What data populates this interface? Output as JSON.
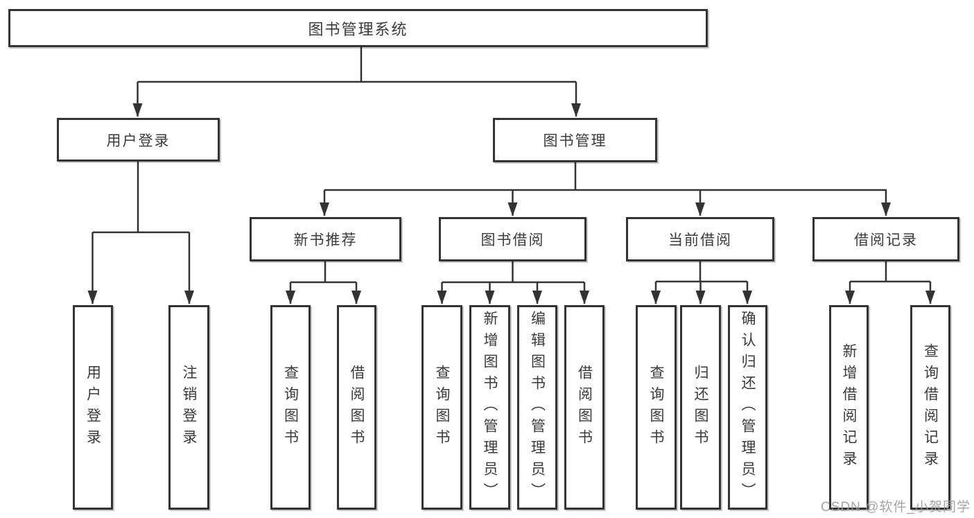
{
  "tree": {
    "root": {
      "label": "图书管理系统"
    },
    "branches": [
      {
        "label": "用户登录",
        "children": [
          {
            "label": "用户登录"
          },
          {
            "label": "注销登录"
          }
        ]
      },
      {
        "label": "图书管理",
        "children": [
          {
            "label": "新书推荐",
            "children": [
              {
                "label": "查询图书"
              },
              {
                "label": "借阅图书"
              }
            ]
          },
          {
            "label": "图书借阅",
            "children": [
              {
                "label": "查询图书"
              },
              {
                "label": "新增图书（管理员）"
              },
              {
                "label": "编辑图书（管理员）"
              },
              {
                "label": "借阅图书"
              }
            ]
          },
          {
            "label": "当前借阅",
            "children": [
              {
                "label": "查询图书"
              },
              {
                "label": "归还图书"
              },
              {
                "label": "确认归还（管理员）"
              }
            ]
          },
          {
            "label": "借阅记录",
            "children": [
              {
                "label": "新增借阅记录"
              },
              {
                "label": "查询借阅记录"
              }
            ]
          }
        ]
      }
    ]
  },
  "watermark": {
    "text": "CSDN @软件_小贺同学"
  },
  "colors": {
    "line": "#333333",
    "box_border": "#333333",
    "box_background": "#ffffff",
    "text": "#3a3a3a",
    "watermark": "#9b9b9b"
  }
}
